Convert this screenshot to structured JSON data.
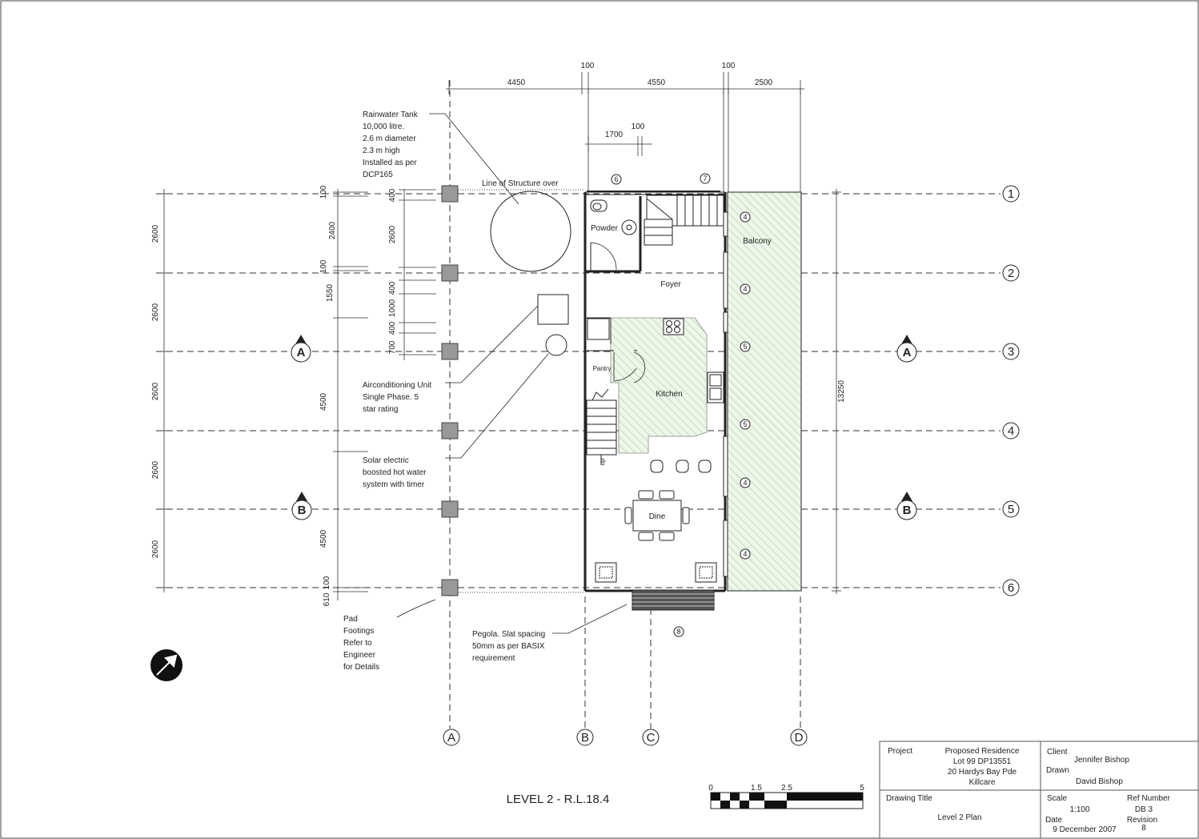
{
  "drawing": {
    "title": "LEVEL 2 - R.L.18.4",
    "top_dimensions": [
      "4450",
      "100",
      "4550",
      "100",
      "2500",
      "1700",
      "100"
    ],
    "left_dimensions": [
      "2600",
      "2600",
      "2600",
      "2600",
      "2600",
      "100",
      "2400",
      "100",
      "1550",
      "4500",
      "4500",
      "610",
      "100",
      "400",
      "2600",
      "400",
      "1000",
      "400",
      "700"
    ],
    "overall_dimension": "13250",
    "grid_rows": [
      "1",
      "2",
      "3",
      "4",
      "5",
      "6"
    ],
    "grid_cols": [
      "A",
      "B",
      "C",
      "D"
    ],
    "section_marks": [
      "A",
      "A",
      "B",
      "B"
    ],
    "rooms": {
      "powder": "Powder",
      "foyer": "Foyer",
      "balcony": "Balcony",
      "pantry": "Pantry",
      "kitchen": "Kitchen",
      "dine": "Dine",
      "up": "up"
    },
    "tags": [
      "6",
      "7",
      "4",
      "4",
      "5",
      "5",
      "4",
      "4",
      "8"
    ],
    "notes": {
      "rainwater": [
        "Rainwater Tank",
        "10,000 litre.",
        "2.6 m diameter",
        "2.3 m high",
        "Installed as per",
        "DCP165"
      ],
      "line_structure": "Line of Structure over",
      "aircon": [
        "Airconditioning Unit",
        "Single Phase. 5",
        "star rating"
      ],
      "solar": [
        "Solar electric",
        "boosted hot water",
        "system with timer"
      ],
      "pad": [
        "Pad",
        "Footings",
        "Refer to",
        "Engineer",
        "for Details"
      ],
      "pegola": [
        "Pegola. Slat spacing",
        "50mm as per BASIX",
        "requirement"
      ]
    },
    "north_symbol": "N"
  },
  "scale_bar": {
    "labels": [
      "0",
      "1.5",
      "2.5",
      "5"
    ]
  },
  "title_block": {
    "project_label": "Project",
    "project_lines": [
      "Proposed Residence",
      "Lot 99 DP13551",
      "20 Hardys Bay Pde",
      "Killcare"
    ],
    "client_label": "Client",
    "client": "Jennifer Bishop",
    "drawn_label": "Drawn",
    "drawn": "David Bishop",
    "drawing_title_label": "Drawing Title",
    "drawing_title": "Level 2 Plan",
    "scale_label": "Scale",
    "scale": "1:100",
    "ref_label": "Ref Number",
    "ref": "DB 3",
    "date_label": "Date",
    "date": "9 December 2007",
    "revision_label": "Revision",
    "revision": "8"
  },
  "colors": {
    "hatch_green": "#cfe6c6",
    "pad_grey": "#999999",
    "line": "#222222"
  }
}
